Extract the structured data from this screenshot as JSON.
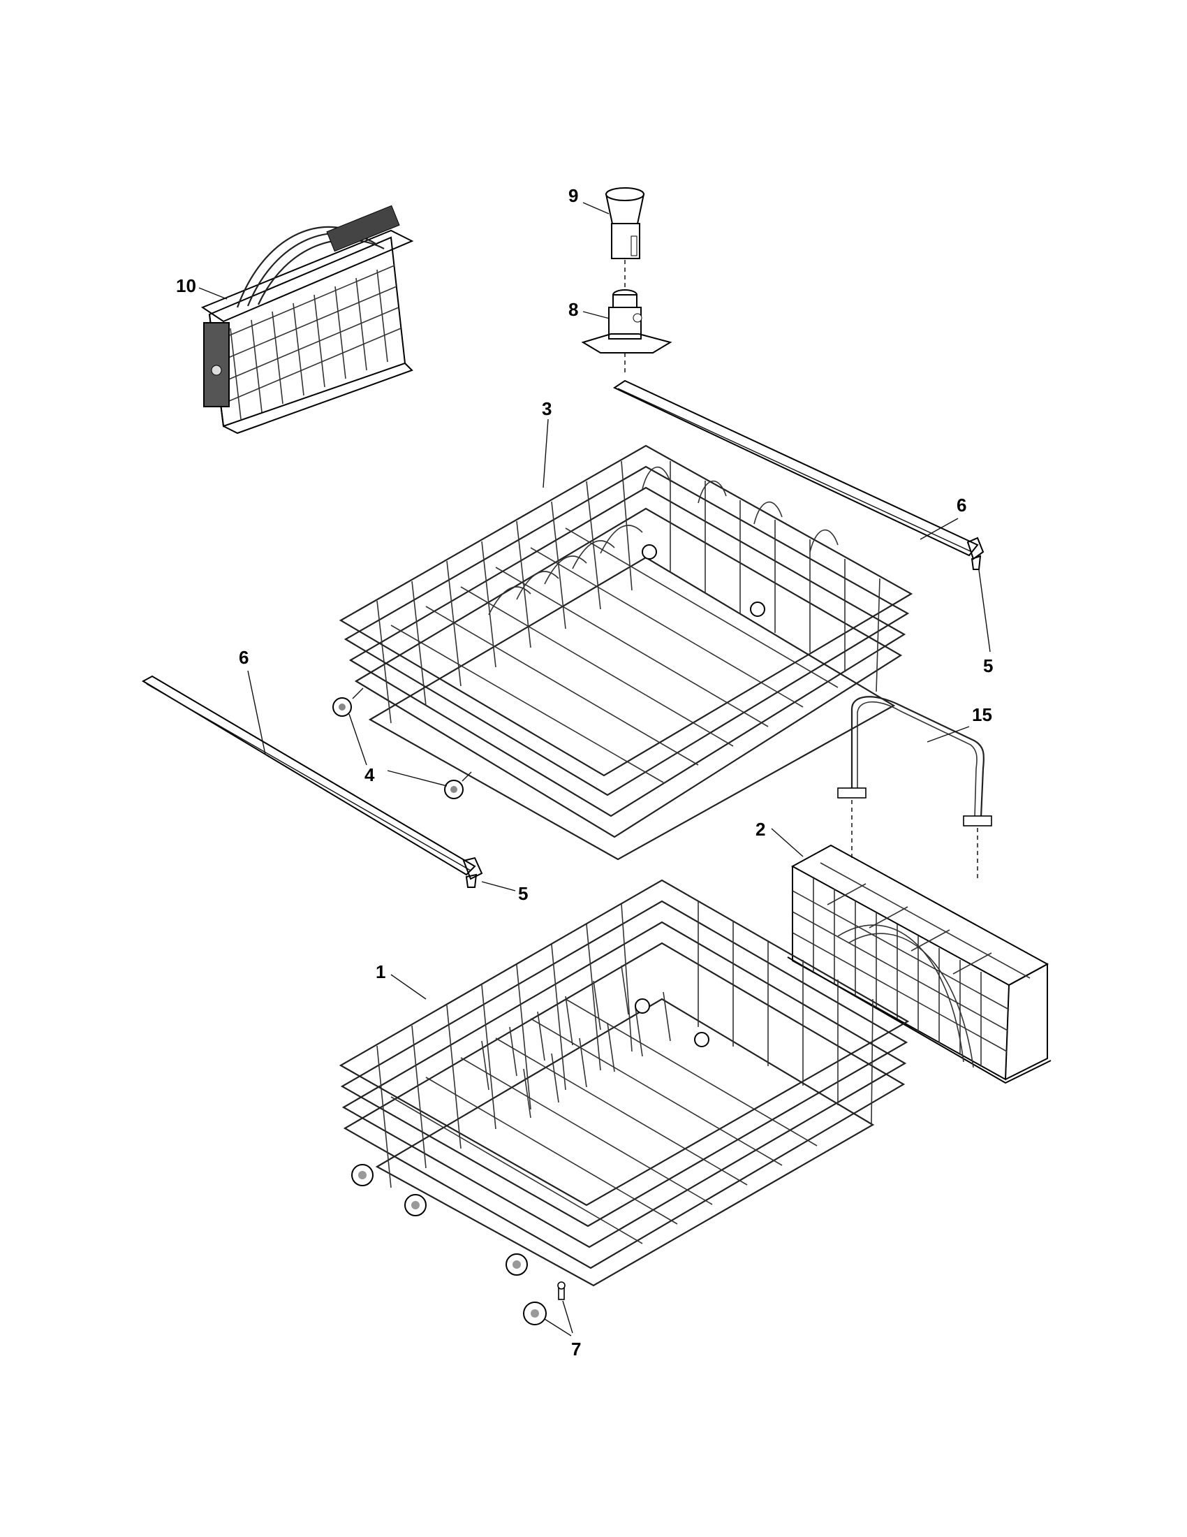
{
  "diagram": {
    "callouts": [
      {
        "id": "c10",
        "label": "10"
      },
      {
        "id": "c9",
        "label": "9"
      },
      {
        "id": "c8",
        "label": "8"
      },
      {
        "id": "c3",
        "label": "3"
      },
      {
        "id": "c6a",
        "label": "6"
      },
      {
        "id": "c5a",
        "label": "5"
      },
      {
        "id": "c6b",
        "label": "6"
      },
      {
        "id": "c15",
        "label": "15"
      },
      {
        "id": "c4",
        "label": "4"
      },
      {
        "id": "c2",
        "label": "2"
      },
      {
        "id": "c5b",
        "label": "5"
      },
      {
        "id": "c1",
        "label": "1"
      },
      {
        "id": "c7",
        "label": "7"
      }
    ]
  }
}
